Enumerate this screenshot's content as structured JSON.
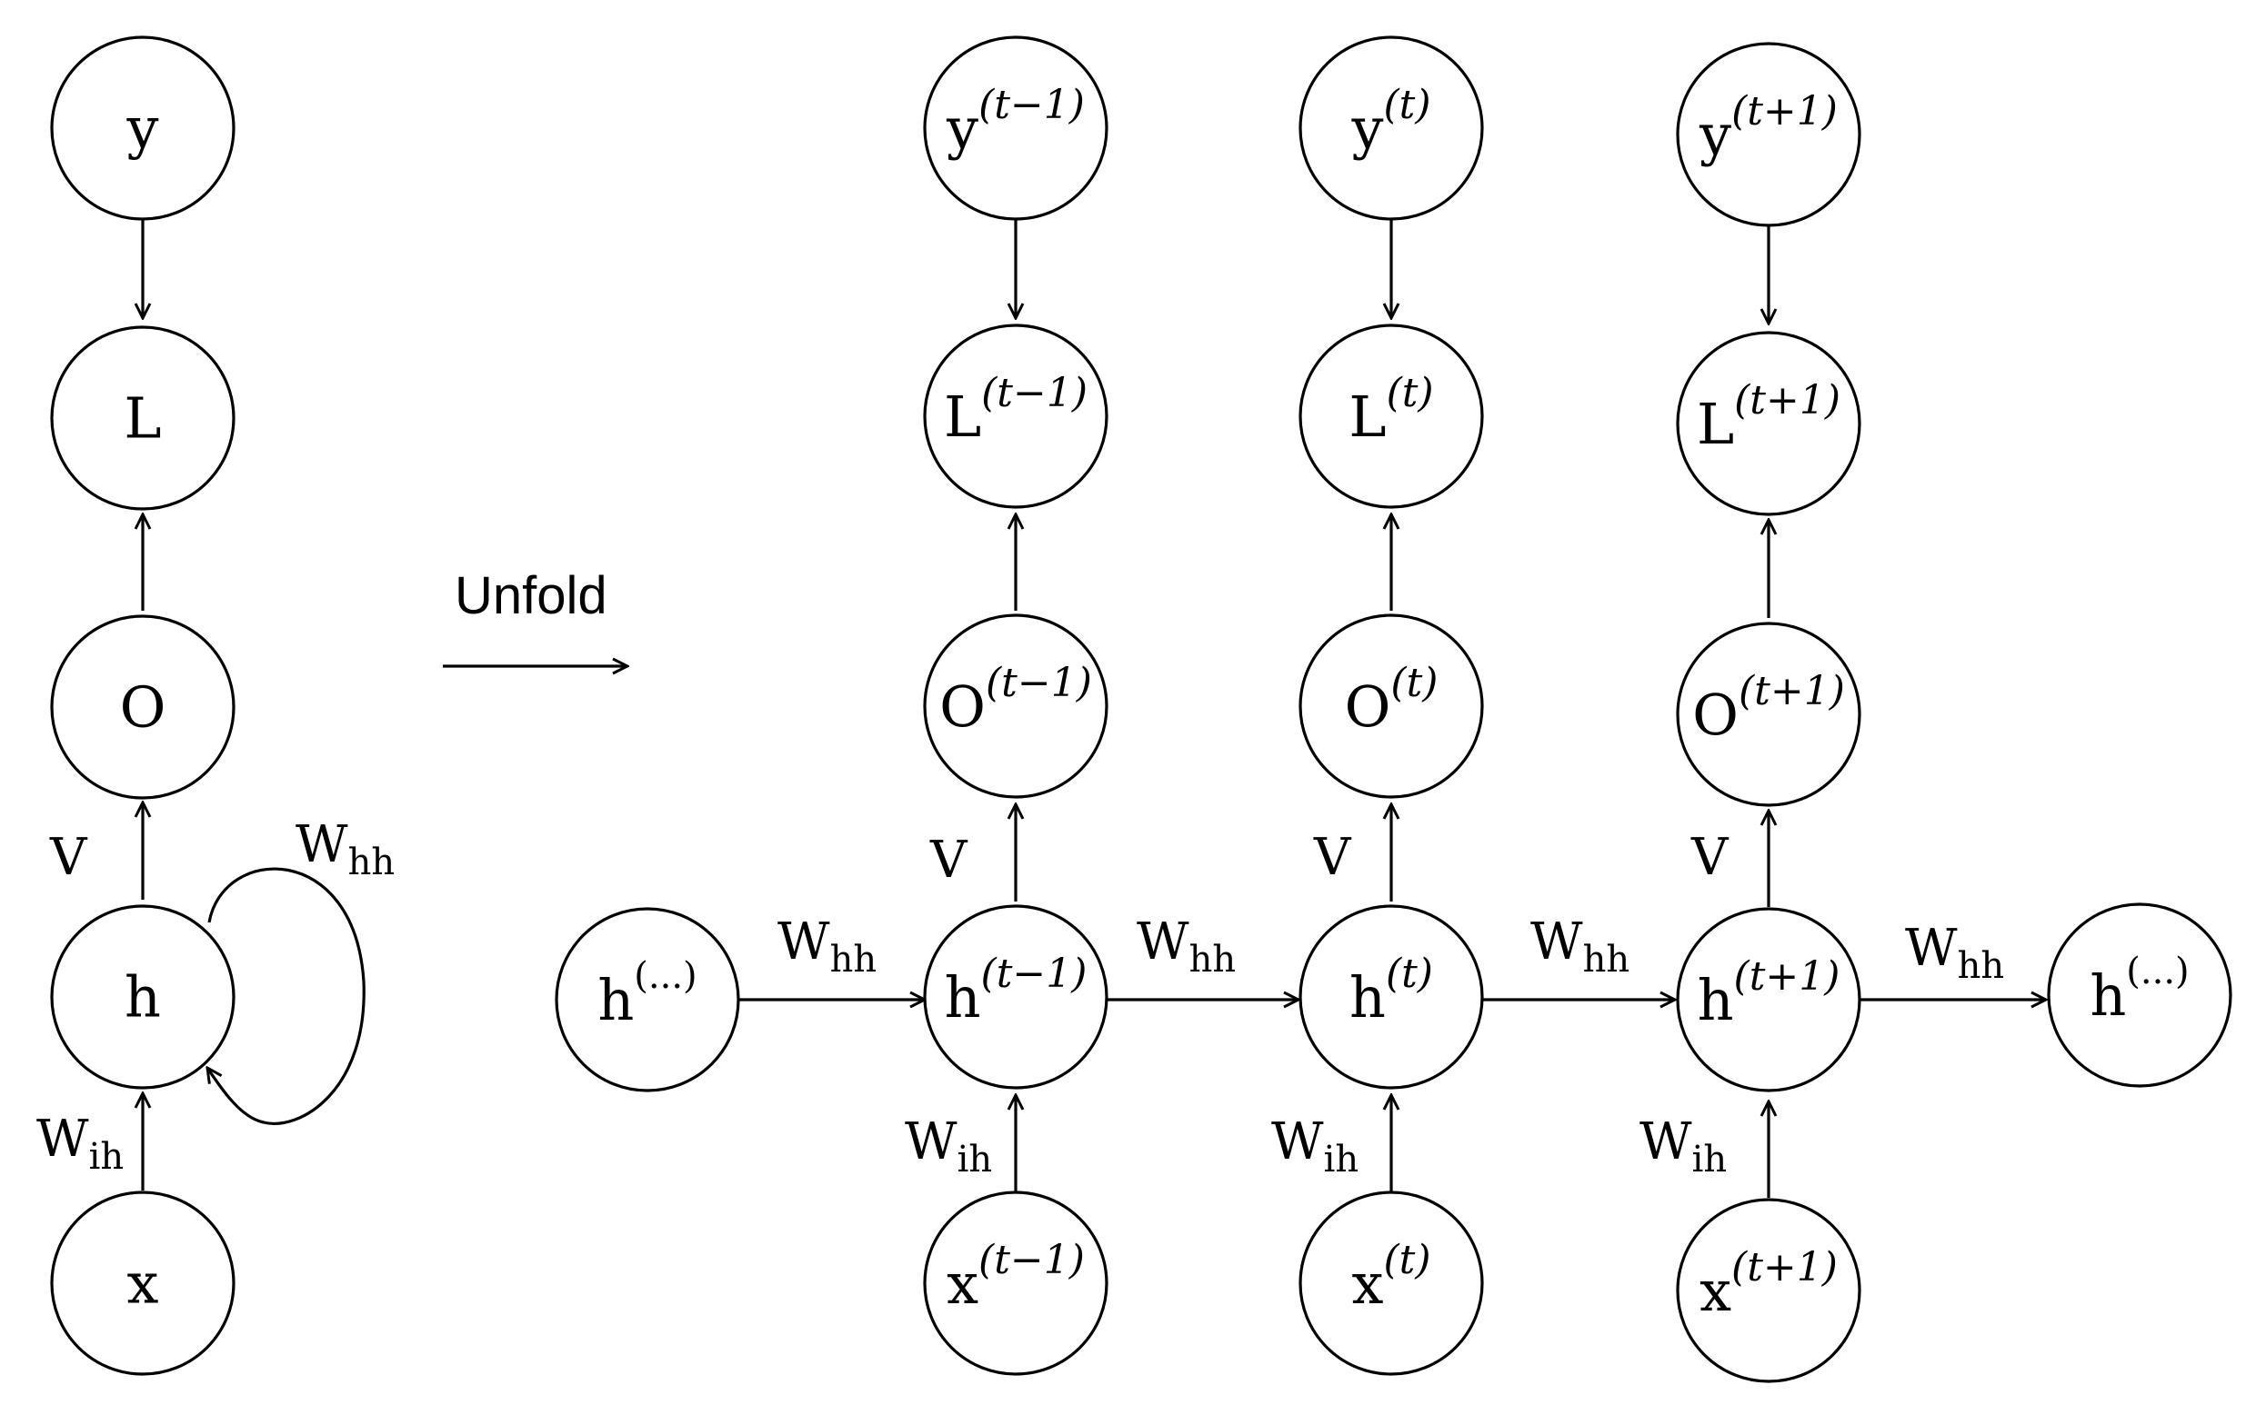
{
  "folded": {
    "nodes": {
      "y": {
        "base": "y",
        "sup": ""
      },
      "L": {
        "base": "L",
        "sup": ""
      },
      "O": {
        "base": "O",
        "sup": ""
      },
      "h": {
        "base": "h",
        "sup": ""
      },
      "x": {
        "base": "x",
        "sup": ""
      }
    },
    "edge_labels": {
      "V": {
        "base": "V",
        "sub": ""
      },
      "Whh": {
        "base": "W",
        "sub": "hh"
      },
      "Wih": {
        "base": "W",
        "sub": "ih"
      }
    }
  },
  "unfold_label": "Unfold",
  "unfolded": {
    "steps": [
      {
        "sup": "(t−1)",
        "y": "y",
        "L": "L",
        "O": "O",
        "h": "h",
        "x": "x",
        "V": "V",
        "Wih": {
          "base": "W",
          "sub": "ih"
        }
      },
      {
        "sup": "(t)",
        "y": "y",
        "L": "L",
        "O": "O",
        "h": "h",
        "x": "x",
        "V": "V",
        "Wih": {
          "base": "W",
          "sub": "ih"
        }
      },
      {
        "sup": "(t+1)",
        "y": "y",
        "L": "L",
        "O": "O",
        "h": "h",
        "x": "x",
        "V": "V",
        "Wih": {
          "base": "W",
          "sub": "ih"
        }
      }
    ],
    "h_start": {
      "base": "h",
      "sup": "(...)"
    },
    "h_end": {
      "base": "h",
      "sup": "(...)"
    },
    "recurrent_labels": [
      {
        "base": "W",
        "sub": "hh"
      },
      {
        "base": "W",
        "sub": "hh"
      },
      {
        "base": "W",
        "sub": "hh"
      },
      {
        "base": "W",
        "sub": "hh"
      }
    ]
  }
}
